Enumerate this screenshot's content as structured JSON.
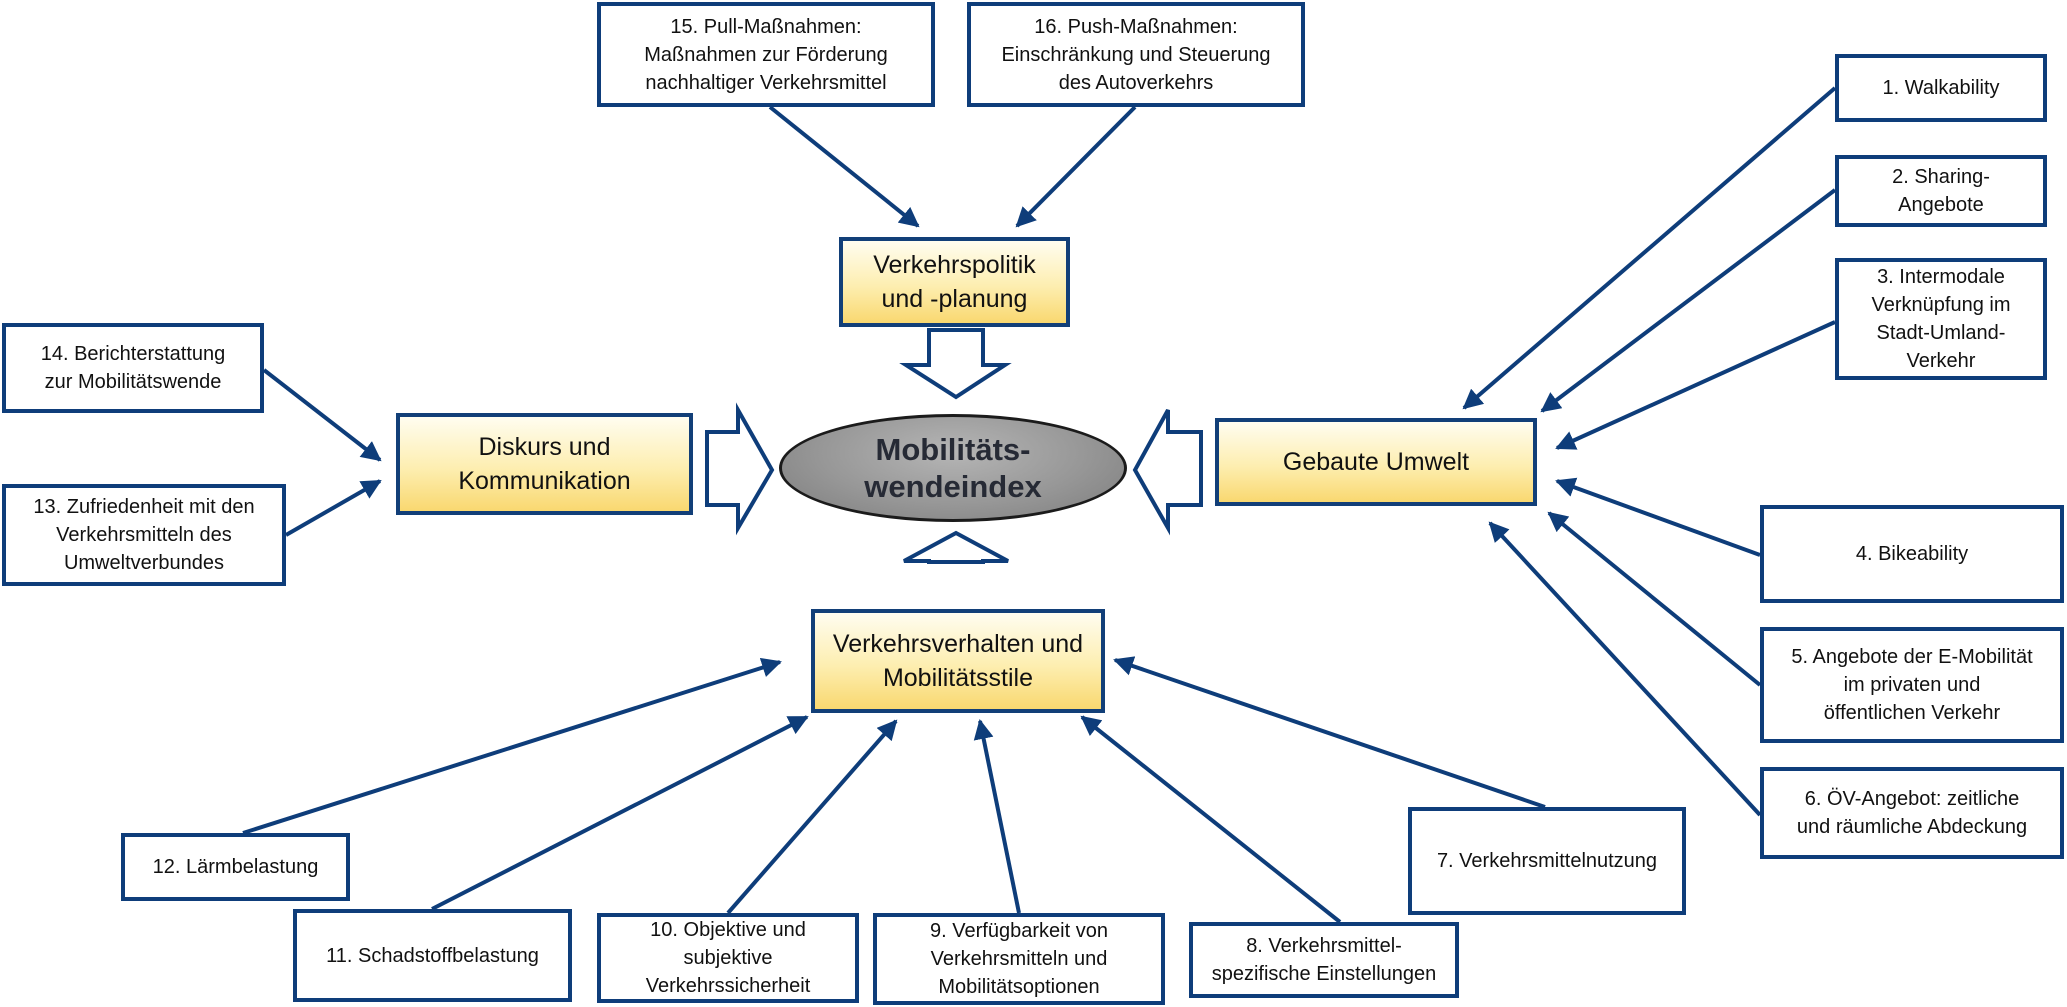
{
  "center": {
    "label": "Mobilitäts-\nwendeindex"
  },
  "categories": {
    "politik": "Verkehrspolitik\nund -planung",
    "diskurs": "Diskurs und\nKommunikation",
    "umwelt": "Gebaute Umwelt",
    "verhalten": "Verkehrsverhalten  und\nMobilitätsstile"
  },
  "indicators": [
    {
      "id": "1",
      "label": "1. Walkability"
    },
    {
      "id": "2",
      "label": "2. Sharing-\nAngebote"
    },
    {
      "id": "3",
      "label": "3. Intermodale\nVerknüpfung im\nStadt-Umland-\nVerkehr"
    },
    {
      "id": "4",
      "label": "4. Bikeability"
    },
    {
      "id": "5",
      "label": "5. Angebote  der E-Mobilität\nim privaten und\nöffentlichen Verkehr"
    },
    {
      "id": "6",
      "label": "6. ÖV-Angebot:  zeitliche\nund räumliche Abdeckung"
    },
    {
      "id": "7",
      "label": "7. Verkehrsmittelnutzung"
    },
    {
      "id": "8",
      "label": "8. Verkehrsmittel-\nspezifische Einstellungen"
    },
    {
      "id": "9",
      "label": "9. Verfügbarkeit von\nVerkehrsmitteln und\nMobilitätsoptionen"
    },
    {
      "id": "10",
      "label": "10. Objektive und\nsubjektive\nVerkehrssicherheit"
    },
    {
      "id": "11",
      "label": "11.  Schadstoffbelastung"
    },
    {
      "id": "12",
      "label": "12. Lärmbelastung"
    },
    {
      "id": "13",
      "label": "13. Zufriedenheit mit den\nVerkehrsmitteln des\nUmweltverbundes"
    },
    {
      "id": "14",
      "label": "14. Berichterstattung\nzur Mobilitätswende"
    },
    {
      "id": "15",
      "label": "15. Pull-Maßnahmen:\nMaßnahmen zur Förderung\nnachhaltiger Verkehrsmittel"
    },
    {
      "id": "16",
      "label": "16. Push-Maßnahmen:\nEinschränkung und Steuerung\ndes Autoverkehrs"
    }
  ],
  "colors": {
    "box_border": "#0e3d7a",
    "arrow": "#0e3d7a",
    "category_fill_top": "#fffdf0",
    "category_fill_bottom": "#f9d870",
    "center_fill": "#979797"
  }
}
